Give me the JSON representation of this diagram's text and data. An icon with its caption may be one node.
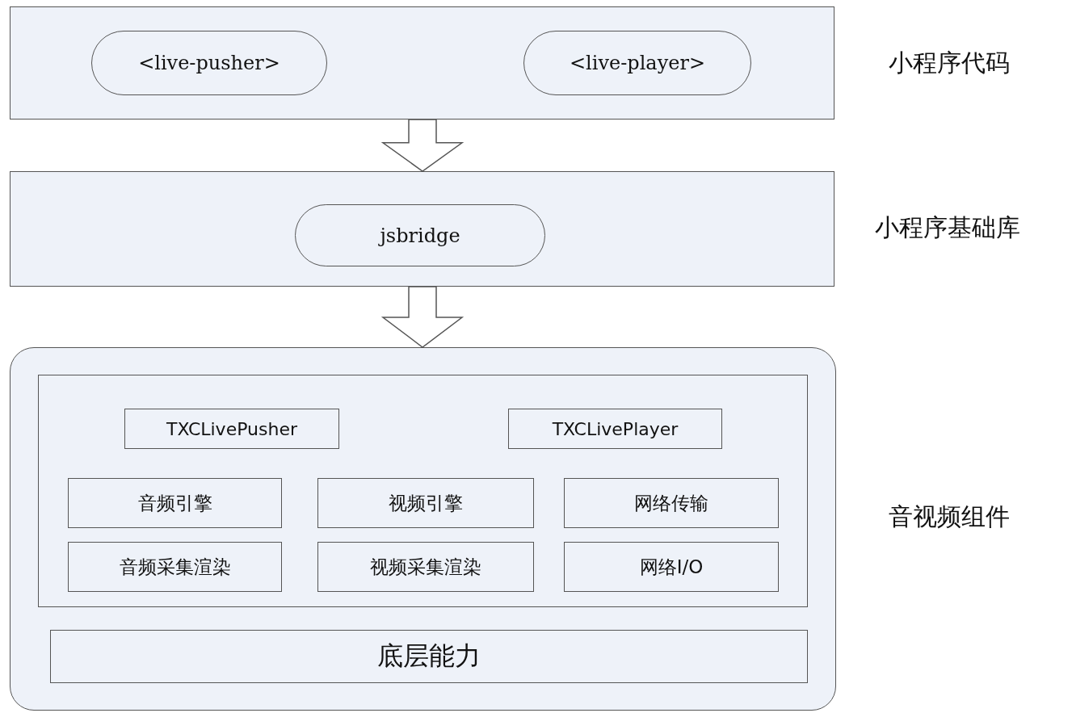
{
  "diagram": {
    "nodes": [
      {
        "text": [
          "小程序代码"
        ]
      },
      {
        "text": [
          "<live-pusher>"
        ],
        "in": 0
      },
      {
        "text": [
          "<live-player>"
        ],
        "in": 0
      },
      {
        "text": [
          "小程序基础库"
        ]
      },
      {
        "text": [
          "jsbridge"
        ],
        "in": 3
      },
      {
        "text": [
          "音视频组件"
        ]
      },
      {
        "text": [],
        "shape": "box",
        "in": 5
      },
      {
        "text": [
          "TXCLivePusher"
        ],
        "in": 6
      },
      {
        "text": [
          "TXCLivePlayer"
        ],
        "in": 6
      },
      {
        "text": [
          "音频引擎"
        ],
        "in": 6
      },
      {
        "text": [
          "视频引擎"
        ],
        "in": 6
      },
      {
        "text": [
          "网络传输"
        ],
        "in": 6
      },
      {
        "text": [
          "音频采集渲染"
        ],
        "in": 6
      },
      {
        "text": [
          "视频采集渲染"
        ],
        "in": 6
      },
      {
        "text": [
          "网络I/O"
        ],
        "in": 6
      },
      {
        "text": [
          "底层能力"
        ],
        "in": 5
      }
    ],
    "edges": [
      {
        "from": 0,
        "to": 3,
        "arrow": "to"
      },
      {
        "from": 3,
        "to": 5,
        "arrow": "to"
      }
    ]
  }
}
